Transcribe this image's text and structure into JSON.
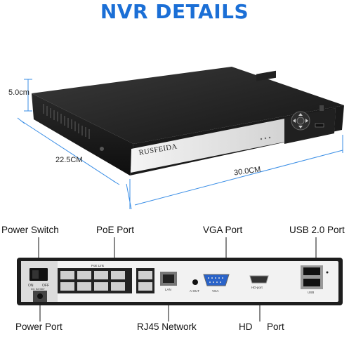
{
  "title": "NVR DETAILS",
  "brand": "RUSFEIDA",
  "dimensions": {
    "height": "5.0cm",
    "depth": "22.5CM",
    "width": "30.0CM"
  },
  "rear_labels": {
    "power_switch": "Power Switch",
    "poe_port": "PoE Port",
    "vga_port": "VGA Port",
    "usb_port": "USB 2.0 Port",
    "power_port": "Power Port",
    "rj45": "RJ45 Network",
    "hd": "HD",
    "port": "Port"
  },
  "panel_text": {
    "on": "ON",
    "off": "OFF",
    "dc": "DC 52/48V",
    "poe_link": "PoE Link",
    "lan": "LAN",
    "aout": "A-OUT",
    "vga": "VGA",
    "hdmi": "HD-port",
    "usb": "USB"
  },
  "colors": {
    "title": "#1b6fd6",
    "dimension_line": "#3a8ee6"
  }
}
